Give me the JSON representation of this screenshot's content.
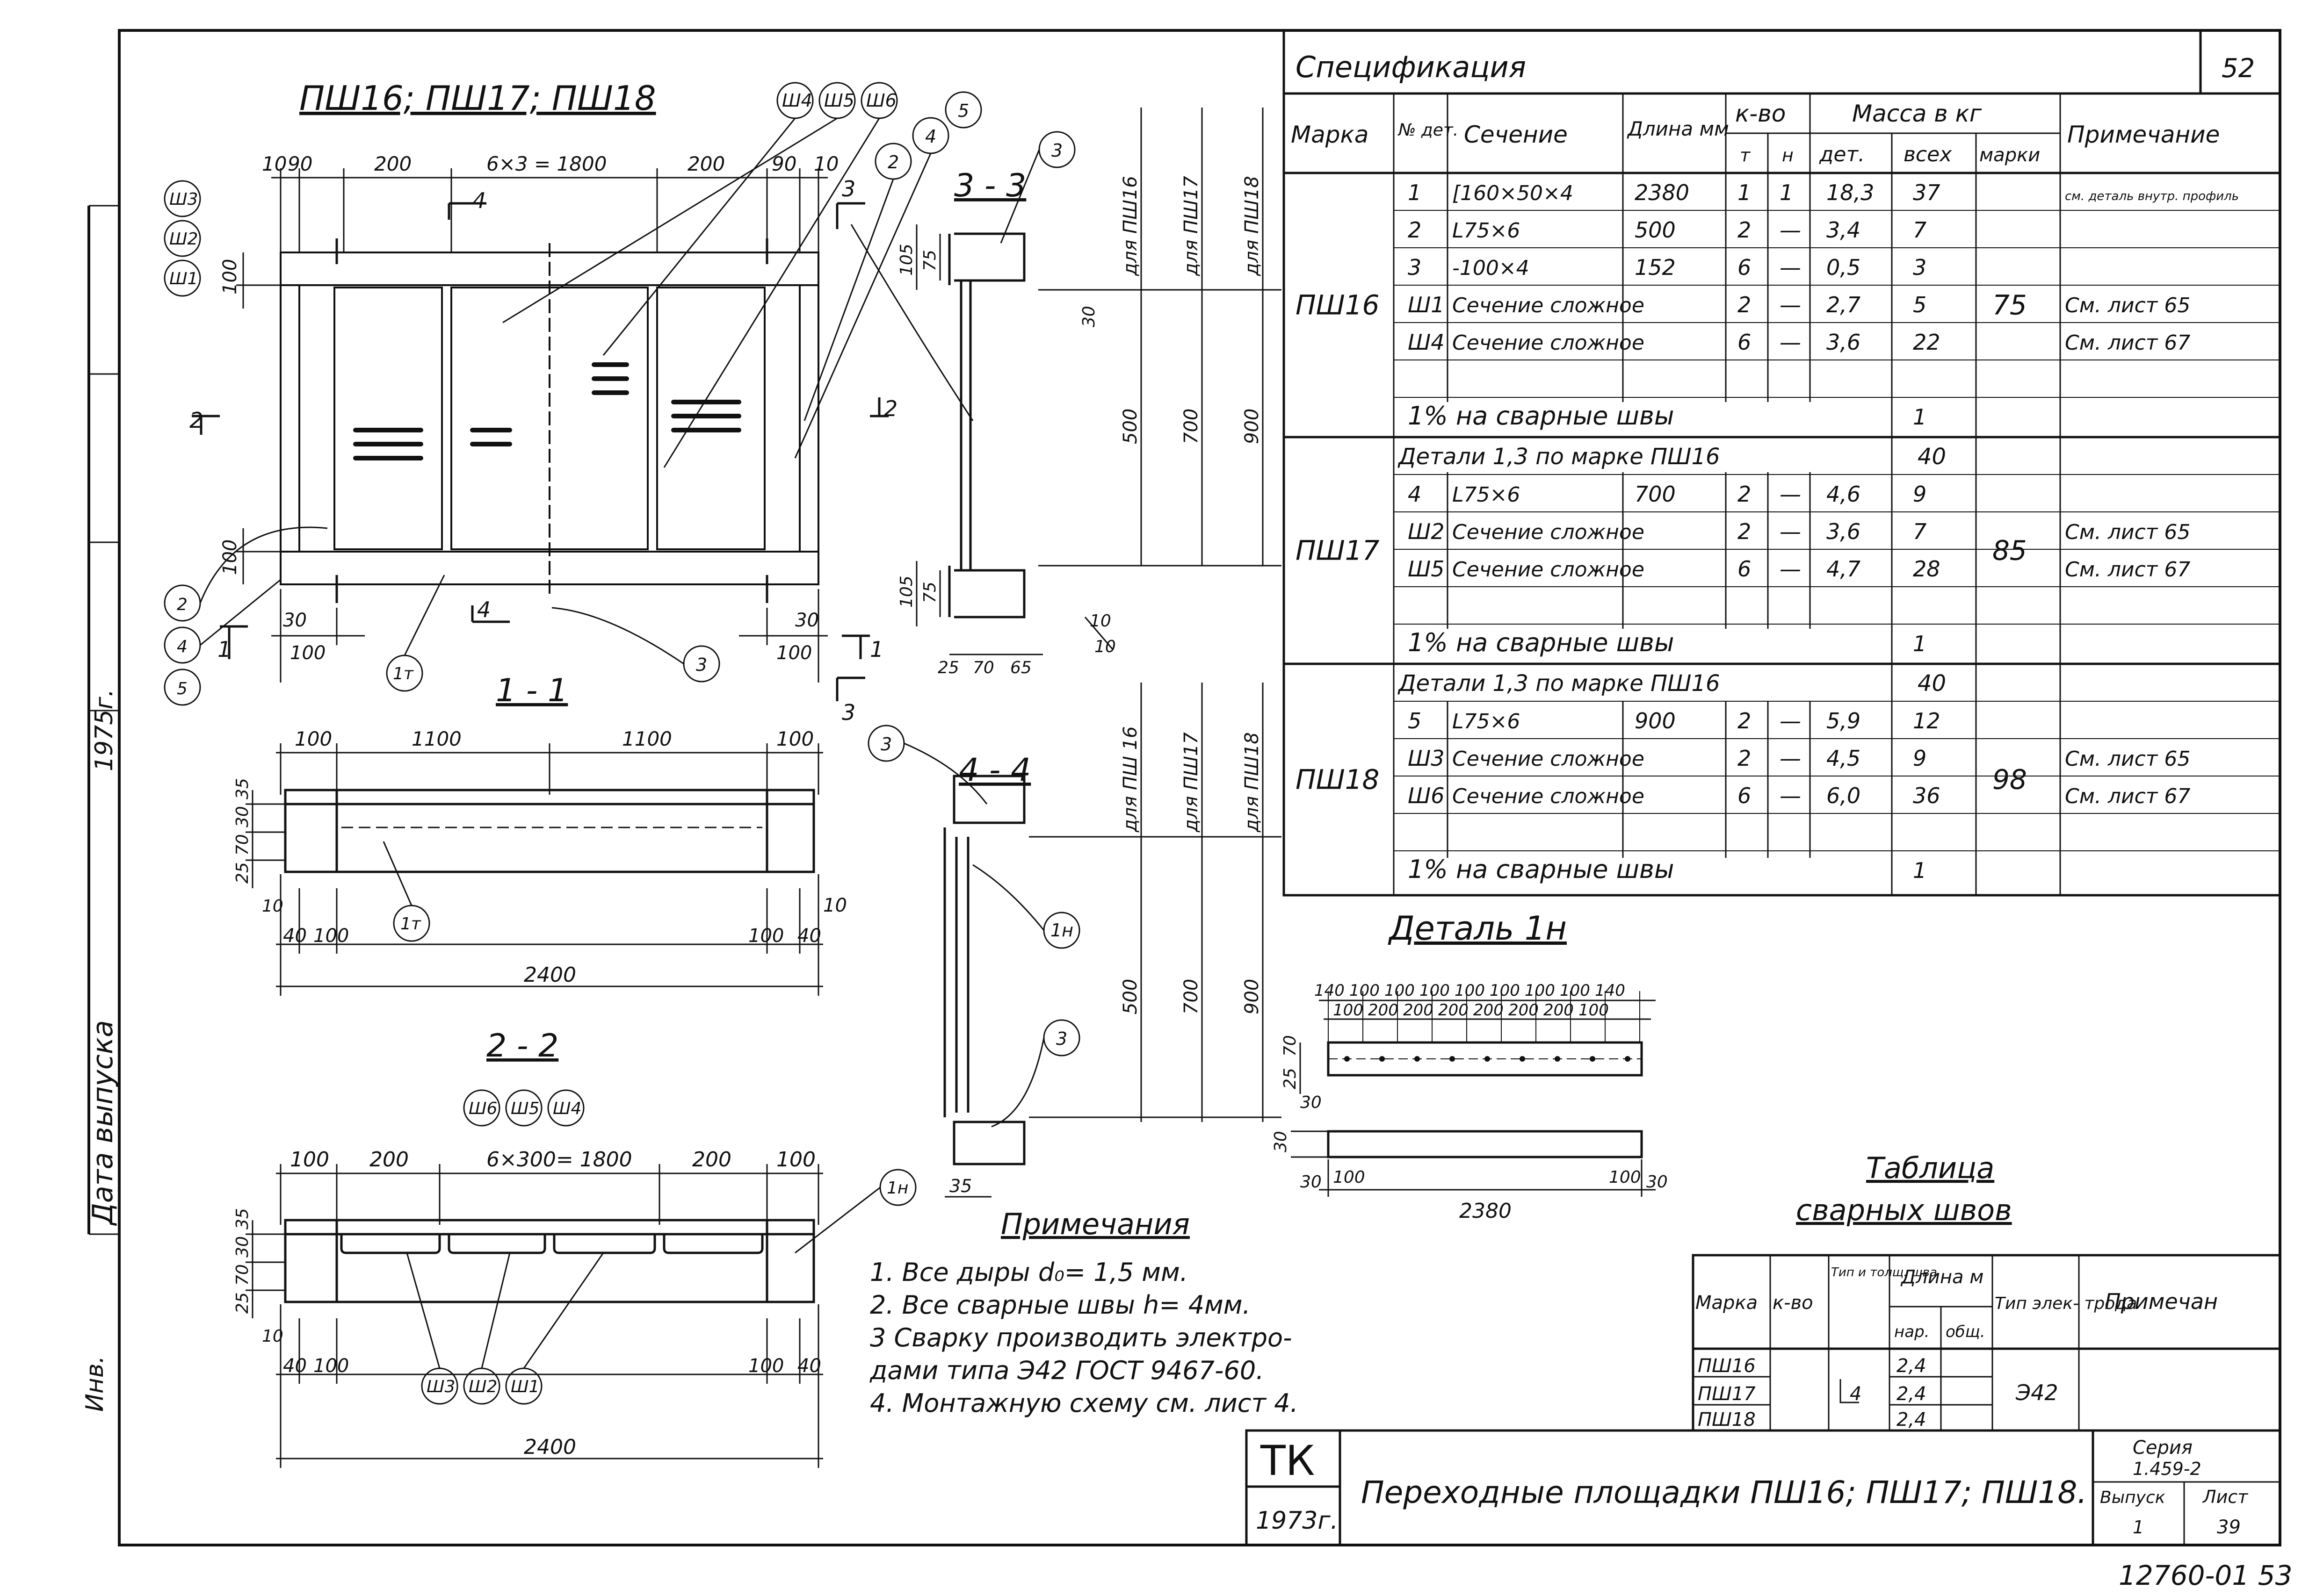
{
  "sheet": {
    "page_number": "52",
    "footer_number": "12760-01 53",
    "left_margin": {
      "inv": "Инв.",
      "date": "Дата выпуска",
      "year": "1975г."
    }
  },
  "views": {
    "plan_title": "ПШ16;  ПШ17;  ПШ18",
    "plan_dims_top": [
      "10",
      "90",
      "200",
      "6×3 = 1800",
      "200",
      "90",
      "10"
    ],
    "plan_dims_left": [
      "100",
      "100"
    ],
    "plan_dims_bottom": [
      "30",
      "100",
      "30",
      "100"
    ],
    "plan_callouts_top": [
      "Ш4",
      "Ш5",
      "Ш6",
      "5",
      "4",
      "2",
      "3"
    ],
    "plan_callouts_left": [
      "Ш3",
      "Ш2",
      "Ш1",
      "2",
      "4",
      "5"
    ],
    "plan_callouts_bottom": [
      "1т",
      "3"
    ],
    "cut_marks": [
      "4",
      "4",
      "3",
      "3",
      "2",
      "2",
      "1",
      "1"
    ],
    "section_1_title": "1 - 1",
    "section_1_dims_top": [
      "100",
      "1100",
      "1100",
      "100"
    ],
    "section_1_dims_left": [
      "35",
      "30",
      "70",
      "25",
      "10"
    ],
    "section_1_dims_bottom": [
      "40",
      "100",
      "100",
      "40",
      "10"
    ],
    "section_1_total": "2400",
    "section_1_callout": "1т",
    "section_2_title": "2 - 2",
    "section_2_callouts_top": [
      "Ш6",
      "Ш5",
      "Ш4"
    ],
    "section_2_dims_top": [
      "100",
      "200",
      "6×300= 1800",
      "200",
      "100"
    ],
    "section_2_dims_left": [
      "35",
      "30",
      "70",
      "25",
      "10"
    ],
    "section_2_dims_bottom": [
      "40",
      "100",
      "100",
      "40"
    ],
    "section_2_total": "2400",
    "section_2_callouts_bottom": [
      "Ш3",
      "Ш2",
      "Ш1"
    ],
    "section_2_callout_right": "1н",
    "section_3_title": "3 - 3",
    "section_3_dims": [
      "105",
      "75",
      "105",
      "75",
      "25",
      "70",
      "65",
      "10",
      "10",
      "30"
    ],
    "section_3_callout": "3",
    "section_4_title": "4 - 4",
    "section_4_dims": [
      "35"
    ],
    "section_4_callouts": [
      "3",
      "1н",
      "3"
    ],
    "vertical_dims_upper": [
      "для ПШ16",
      "для ПШ17",
      "для ПШ18",
      "500",
      "700",
      "900"
    ],
    "vertical_dims_lower": [
      "для ПШ 16",
      "для ПШ17",
      "для ПШ18",
      "500",
      "700",
      "900"
    ]
  },
  "spec": {
    "title": "Спецификация",
    "headers": {
      "marka": "Марка",
      "det_no": "№ дет.",
      "section": "Сечение",
      "length": "Длина мм",
      "qty": "к-во",
      "qty_t": "т",
      "qty_n": "н",
      "mass": "Масса в кг",
      "mass_det": "дет.",
      "mass_all": "всех",
      "mass_mark": "марки",
      "note": "Примечание"
    },
    "groups": [
      {
        "marka": "ПШ16",
        "mark_mass": "75",
        "rows": [
          {
            "n": "1",
            "sec": "[160×50×4",
            "len": "2380",
            "t": "1",
            "h": "1",
            "det": "18,3",
            "all": "37",
            "note": "см. деталь внутр. профиль"
          },
          {
            "n": "2",
            "sec": "L75×6",
            "len": "500",
            "t": "2",
            "h": "—",
            "det": "3,4",
            "all": "7",
            "note": ""
          },
          {
            "n": "3",
            "sec": "-100×4",
            "len": "152",
            "t": "6",
            "h": "—",
            "det": "0,5",
            "all": "3",
            "note": ""
          },
          {
            "n": "Ш1",
            "sec": "Сечение сложное",
            "len": "",
            "t": "2",
            "h": "—",
            "det": "2,7",
            "all": "5",
            "note": "См. лист 65"
          },
          {
            "n": "Ш4",
            "sec": "Сечение сложное",
            "len": "",
            "t": "6",
            "h": "—",
            "det": "3,6",
            "all": "22",
            "note": "См. лист 67"
          }
        ],
        "weld": {
          "text": "1% на сварные швы",
          "all": "1"
        }
      },
      {
        "marka": "ПШ17",
        "mark_mass": "85",
        "subheader": {
          "text": "Детали 1,3 по марке ПШ16",
          "all": "40"
        },
        "rows": [
          {
            "n": "4",
            "sec": "L75×6",
            "len": "700",
            "t": "2",
            "h": "—",
            "det": "4,6",
            "all": "9",
            "note": ""
          },
          {
            "n": "Ш2",
            "sec": "Сечение сложное",
            "len": "",
            "t": "2",
            "h": "—",
            "det": "3,6",
            "all": "7",
            "note": "См. лист 65"
          },
          {
            "n": "Ш5",
            "sec": "Сечение сложное",
            "len": "",
            "t": "6",
            "h": "—",
            "det": "4,7",
            "all": "28",
            "note": "См. лист 67"
          }
        ],
        "weld": {
          "text": "1% на сварные швы",
          "all": "1"
        }
      },
      {
        "marka": "ПШ18",
        "mark_mass": "98",
        "subheader": {
          "text": "Детали 1,3 по марке ПШ16",
          "all": "40"
        },
        "rows": [
          {
            "n": "5",
            "sec": "L75×6",
            "len": "900",
            "t": "2",
            "h": "—",
            "det": "5,9",
            "all": "12",
            "note": ""
          },
          {
            "n": "Ш3",
            "sec": "Сечение сложное",
            "len": "",
            "t": "2",
            "h": "—",
            "det": "4,5",
            "all": "9",
            "note": "См. лист 65"
          },
          {
            "n": "Ш6",
            "sec": "Сечение сложное",
            "len": "",
            "t": "6",
            "h": "—",
            "det": "6,0",
            "all": "36",
            "note": "См. лист 67"
          }
        ],
        "weld": {
          "text": "1% на сварные швы",
          "all": "1"
        }
      }
    ]
  },
  "detail_1n": {
    "title": "Деталь 1н",
    "dims_top_1": [
      "140",
      "100",
      "100",
      "100",
      "100",
      "100",
      "100",
      "100",
      "140"
    ],
    "dims_top_2": [
      "100",
      "200",
      "200",
      "200",
      "200",
      "200",
      "200",
      "100"
    ],
    "dims_left": [
      "25",
      "70",
      "30",
      "30"
    ],
    "dims_bottom": [
      "30",
      "100",
      "100",
      "30"
    ],
    "length": "2380"
  },
  "notes": {
    "title": "Примечания",
    "items": [
      "1.  Все дыры d₀= 1,5 мм.",
      "2.  Все сварные швы h= 4мм.",
      "3   Сварку производить электро-",
      "     дами типа Э42 ГОСТ 9467-60.",
      "4.  Монтажную схему см. лист 4."
    ]
  },
  "weld_table": {
    "title_line1": "Таблица",
    "title_line2": "сварных швов",
    "headers": {
      "marka": "Марка",
      "qty": "к-во",
      "type": "Тип и толщ. шва",
      "length": "Длина м",
      "len_nar": "нар.",
      "len_obsh": "общ.",
      "electrode": "Тип элек- трода",
      "note": "Примечан"
    },
    "rows": [
      {
        "marka": "ПШ16",
        "nar": "2,4"
      },
      {
        "marka": "ПШ17",
        "nar": "2,4"
      },
      {
        "marka": "ПШ18",
        "nar": "2,4"
      }
    ],
    "type_value": "4",
    "electrode_value": "Э42"
  },
  "title_block": {
    "org": "ТК",
    "year": "1973г.",
    "title": "Переходные площадки ПШ16; ПШ17; ПШ18.",
    "series_label": "Серия",
    "series_value": "1.459-2",
    "issue_label": "Выпуск",
    "issue_value": "1",
    "sheet_label": "Лист",
    "sheet_value": "39"
  }
}
